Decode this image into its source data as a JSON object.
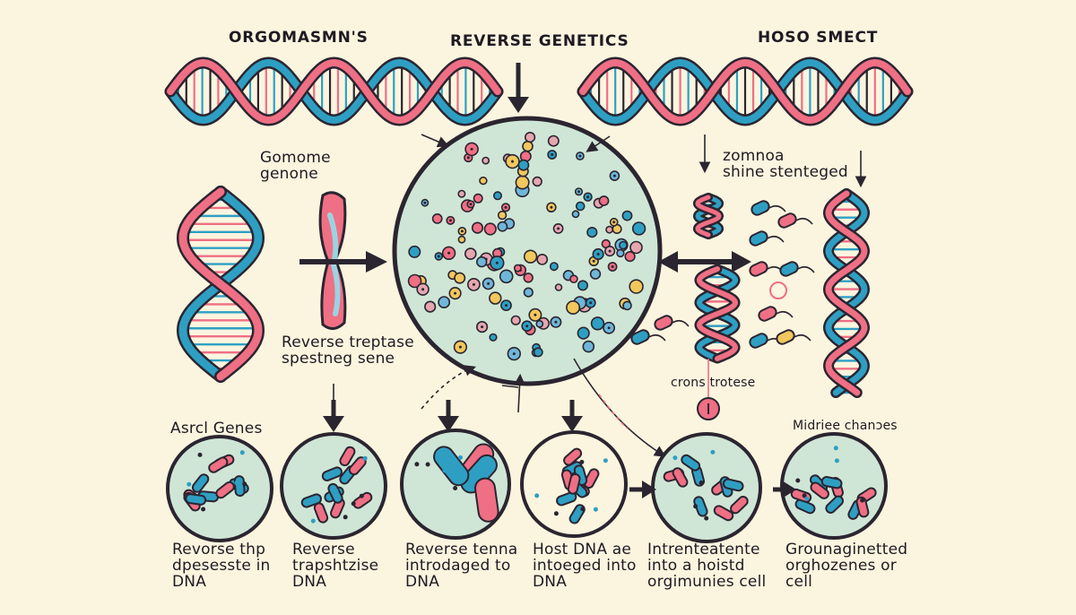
{
  "titles": {
    "left": "ORGOMASMN'S",
    "center": "REVERSE GENETICS",
    "right": "HOSO SMECT"
  },
  "labels": {
    "genome": "Gomome\ngenone",
    "transcriptase": "Reverse treptase\nspestneg sene",
    "right_top": "zomnoa\nshine stenteged",
    "crons": "crons trotese",
    "asrcl": "Asrcl Genes",
    "midriee": "Midriee chanɔes"
  },
  "captions": [
    "Revorse thp\ndpesesste in\nDNA",
    "Reverse\ntrapshtzise\nDNA",
    "Reverse tenna\nintrodaged to\nDNA",
    "Host DNA ae\nintoeged into\nDNA",
    "Intrenteatente\ninto a hoistd\norgimunies cell",
    "Grounaginetted\norghozenes or\ncell"
  ],
  "colors": {
    "background": "#fbf5df",
    "helix_blue": "#2e9fc3",
    "helix_pink": "#ef6f84",
    "cell_fill": "#cfe6d6",
    "outline": "#2b2530",
    "yellow": "#f2c75c"
  },
  "icons": [
    "dna-helix-icon",
    "chromosome-icon",
    "cell-icon",
    "bacteria-icon",
    "arrow-icon",
    "enzyme-icon"
  ]
}
